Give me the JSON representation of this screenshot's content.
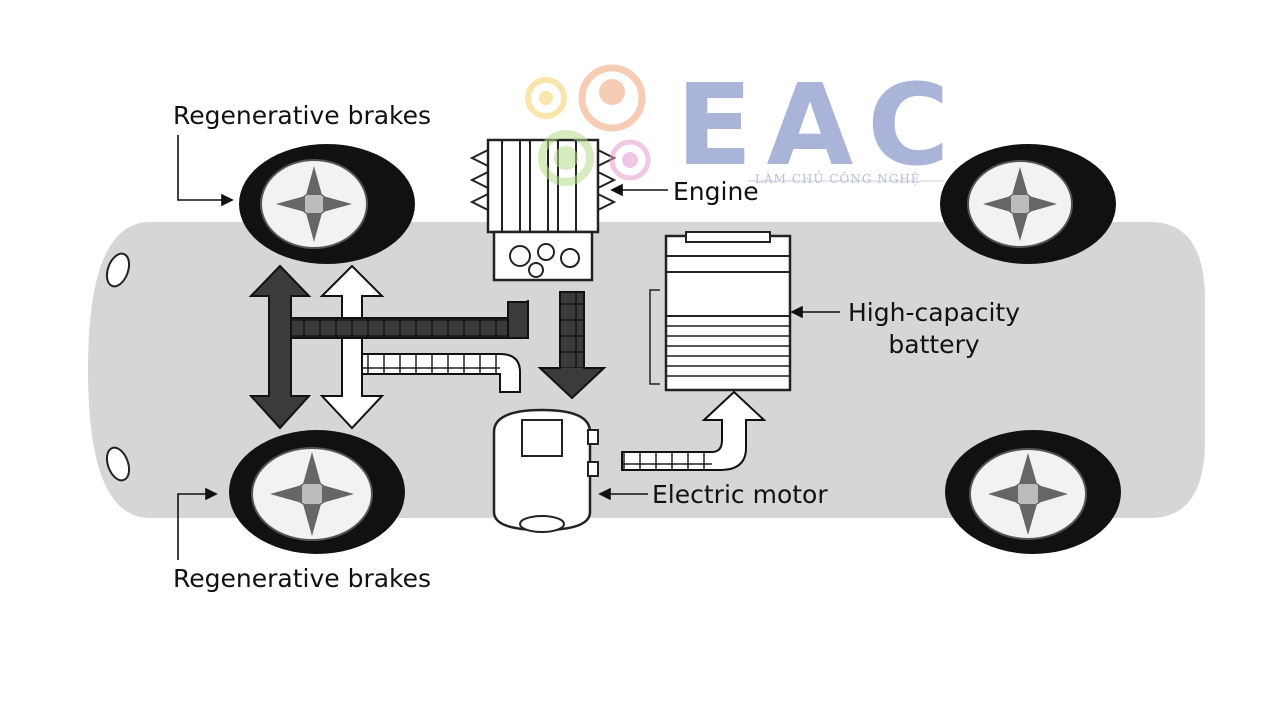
{
  "labels": {
    "regen_top": "Regenerative brakes",
    "regen_bottom": "Regenerative brakes",
    "engine": "Engine",
    "battery_line1": "High-capacity",
    "battery_line2": "battery",
    "motor": "Electric motor"
  },
  "watermark": {
    "text": "EAC",
    "tagline": "LÀM CHỦ CÔNG NGHỆ"
  },
  "colors": {
    "body": "#d6d6d6",
    "tire": "#111111",
    "logo": "#a9b4d8"
  }
}
